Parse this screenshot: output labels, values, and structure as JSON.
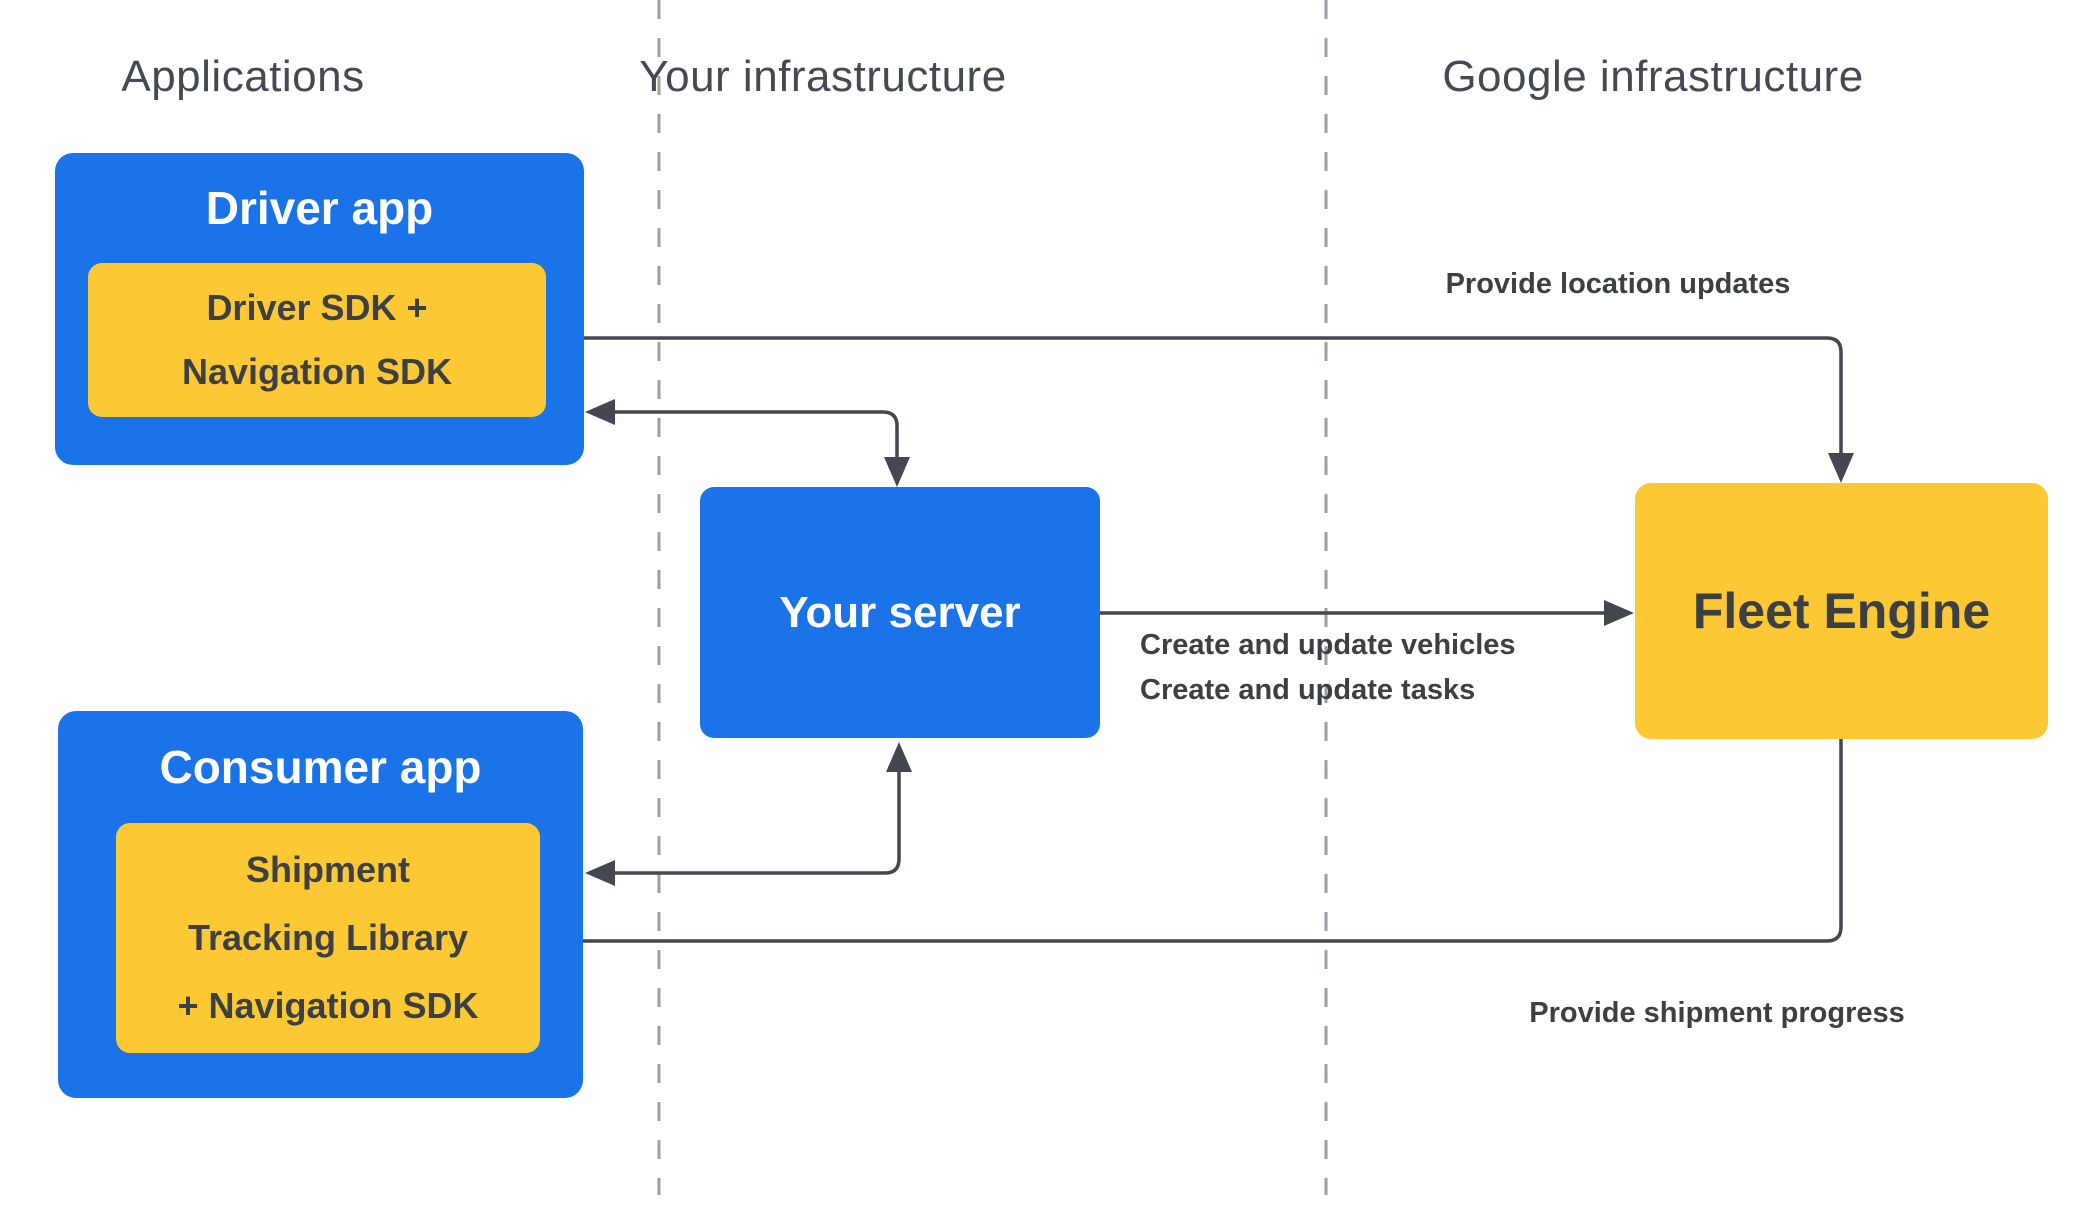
{
  "columns": {
    "applications": "Applications",
    "your_infrastructure": "Your infrastructure",
    "google_infrastructure": "Google infrastructure"
  },
  "nodes": {
    "driver_app": {
      "title": "Driver app",
      "sdk_line1": "Driver SDK +",
      "sdk_line2": "Navigation SDK"
    },
    "consumer_app": {
      "title": "Consumer app",
      "sdk_line1": "Shipment",
      "sdk_line2": "Tracking Library",
      "sdk_line3": "+ Navigation SDK"
    },
    "your_server": {
      "title": "Your server"
    },
    "fleet_engine": {
      "title": "Fleet Engine"
    }
  },
  "arrow_labels": {
    "provide_location_updates": "Provide location updates",
    "create_update_vehicles": "Create and update vehicles",
    "create_update_tasks": "Create and update tasks",
    "provide_shipment_progress": "Provide shipment progress"
  },
  "colors": {
    "app_blue": "#1a73e8",
    "sdk_yellow": "#fcc934",
    "connector_dark": "#44474f",
    "divider_gray": "#9aa0a6",
    "text_dark": "#3c4043",
    "text_white": "#ffffff",
    "header_gray": "#454a52"
  }
}
